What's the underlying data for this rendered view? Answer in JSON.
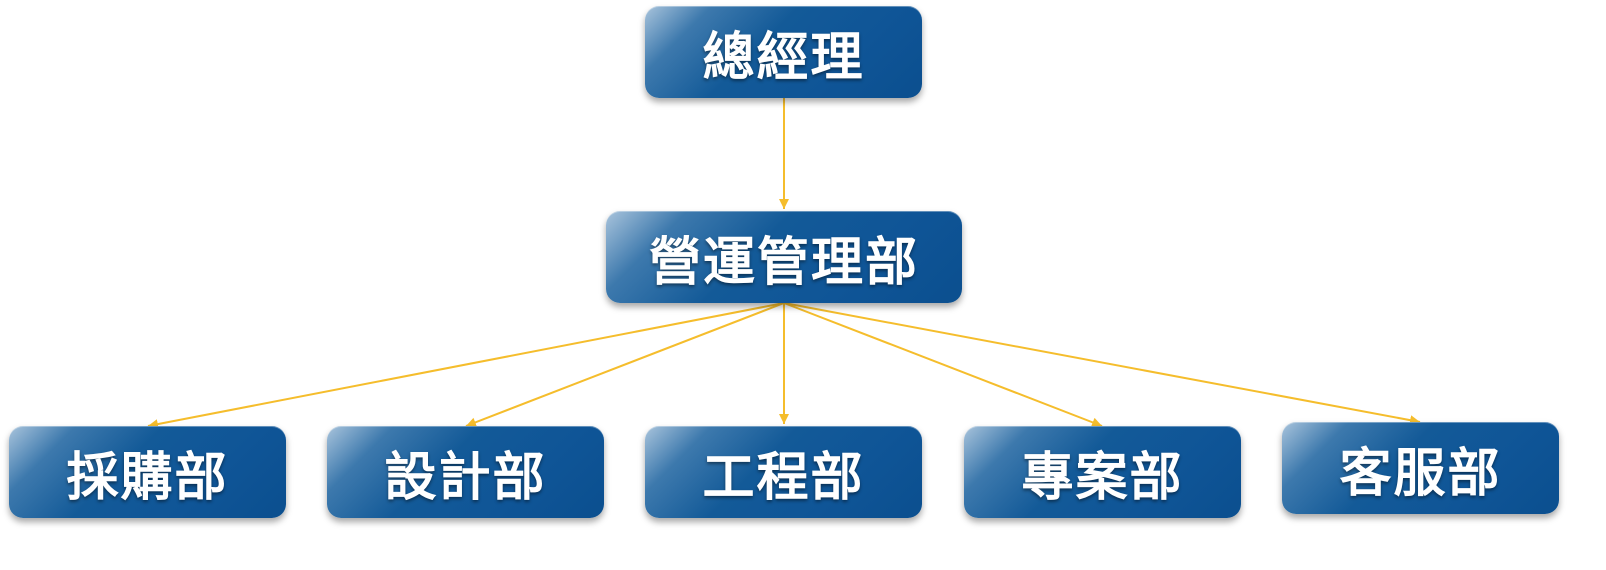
{
  "diagram": {
    "line_color": "#f5bd2c",
    "box_color": "#135a98",
    "label_color": "#ffffff",
    "nodes": {
      "general_manager": "總經理",
      "operations": "營運管理部",
      "procurement": "採購部",
      "design": "設計部",
      "engineering": "工程部",
      "projects": "專案部",
      "customer_service": "客服部"
    },
    "edges": [
      [
        "general_manager",
        "operations"
      ],
      [
        "operations",
        "procurement"
      ],
      [
        "operations",
        "design"
      ],
      [
        "operations",
        "engineering"
      ],
      [
        "operations",
        "projects"
      ],
      [
        "operations",
        "customer_service"
      ]
    ]
  }
}
